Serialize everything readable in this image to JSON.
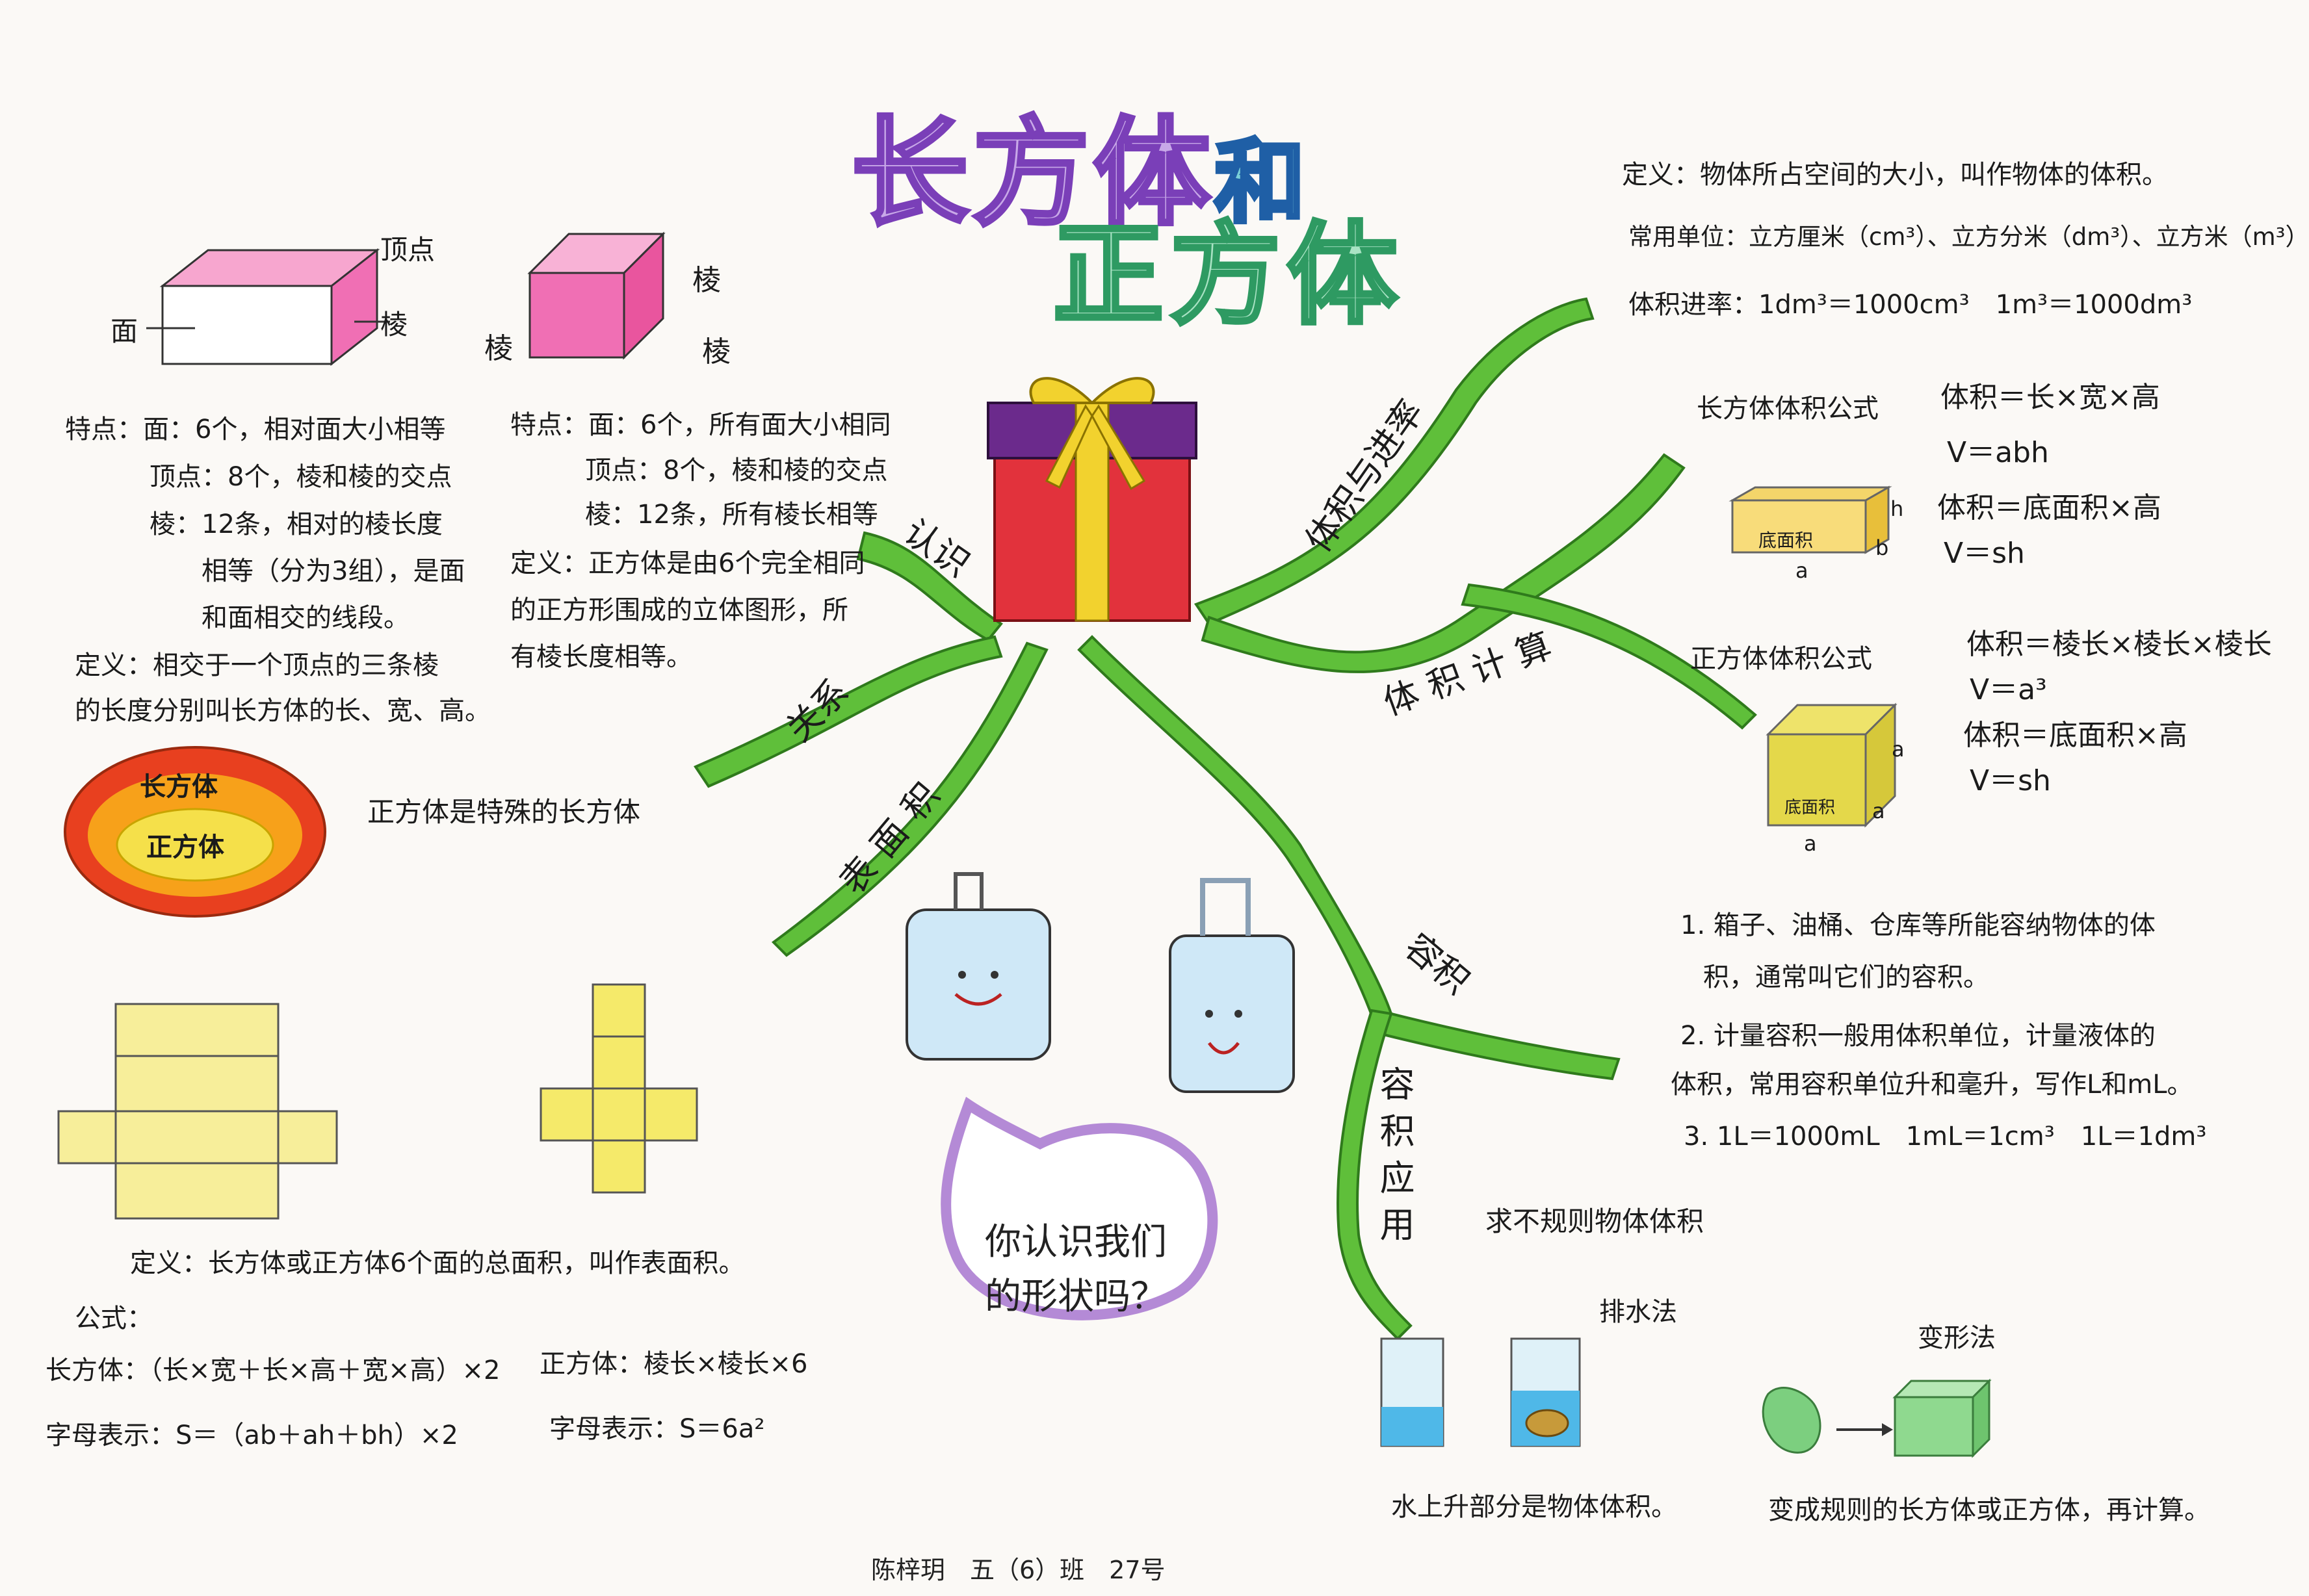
{
  "title": {
    "line1": "长方体",
    "he": "和",
    "line2": "正方体"
  },
  "branches": {
    "renshi": "认识",
    "guanxi": "关系",
    "biaomianji": "表面积",
    "tiji_jinlv": "体积与进率",
    "tiji_jisuan": "体积计算",
    "rongji": "容积",
    "rongji_yingyong": "容积应用"
  },
  "cuboid": {
    "labels": {
      "vertex": "顶点",
      "face": "面",
      "edge": "棱"
    },
    "features": [
      "特点：面：6个，相对面大小相等",
      "顶点：8个，棱和棱的交点",
      "棱：12条，相对的棱长度",
      "相等（分为3组），是面",
      "和面相交的线段。",
      "定义：相交于一个顶点的三条棱",
      "的长度分别叫长方体的长、宽、高。"
    ]
  },
  "cube": {
    "labels": {
      "edge_top": "棱",
      "edge_left": "棱",
      "edge_right": "棱"
    },
    "features": [
      "特点：面：6个，所有面大小相同",
      "顶点：8个，棱和棱的交点",
      "棱：12条，所有棱长相等",
      "定义：正方体是由6个完全相同",
      "的正方形围成的立体图形，所",
      "有棱长度相等。"
    ]
  },
  "relation": {
    "outer": "长方体",
    "inner": "正方体",
    "note": "正方体是特殊的长方体"
  },
  "surface": {
    "definition": "定义：长方体或正方体6个面的总面积，叫作表面积。",
    "formula_label": "公式：",
    "cuboid_formula": "长方体：（长×宽＋长×高＋宽×高）×2",
    "cuboid_letters": "字母表示：S＝（ab＋ah＋bh）×2",
    "cube_formula": "正方体：棱长×棱长×6",
    "cube_letters": "字母表示：S＝6a²"
  },
  "volume": {
    "definition": "定义：物体所占空间的大小，叫作物体的体积。",
    "units": "常用单位：立方厘米（cm³）、立方分米（dm³）、立方米（m³）",
    "rates": "体积进率：1dm³＝1000cm³　1m³＝1000dm³"
  },
  "cuboid_volume": {
    "label": "长方体体积公式",
    "f1": "体积＝长×宽×高",
    "f2": "V＝abh",
    "f3": "体积＝底面积×高",
    "f4": "V＝sh",
    "fig_base": "底面积",
    "fig_a": "a",
    "fig_b": "b",
    "fig_h": "h"
  },
  "cube_volume": {
    "label": "正方体体积公式",
    "f1": "体积＝棱长×棱长×棱长",
    "f2": "V＝a³",
    "f3": "体积＝底面积×高",
    "f4": "V＝sh",
    "fig_base": "底面积",
    "fig_a1": "a",
    "fig_a2": "a",
    "fig_a3": "a"
  },
  "capacity": {
    "p1a": "1. 箱子、油桶、仓库等所能容纳物体的体",
    "p1b": "积，通常叫它们的容积。",
    "p2a": "2. 计量容积一般用体积单位，计量液体的",
    "p2b": "体积，常用容积单位升和毫升，写作L和mL。",
    "p3": "3. 1L＝1000mL　1mL＝1cm³　1L＝1dm³"
  },
  "application": {
    "title": "求不规则物体体积",
    "drain_method": "排水法",
    "drain_note": "水上升部分是物体体积。",
    "deform_method": "变形法",
    "deform_note": "变成规则的长方体或正方体，再计算。"
  },
  "bubble": {
    "line1": "你认识我们",
    "line2": "的形状吗？"
  },
  "signature": "陈梓玥　五（6）班　27号",
  "colors": {
    "ribbon": "#5fbf3a",
    "cuboid_pink": "#f06fb4",
    "box_red": "#e2323c",
    "box_lid": "#6b2a8c",
    "bow_yellow": "#f2d22e",
    "net_yellow": "#f7ee9a",
    "relation_red": "#e8401f",
    "relation_orange": "#f7a11a",
    "relation_yellow": "#f5e04a"
  }
}
